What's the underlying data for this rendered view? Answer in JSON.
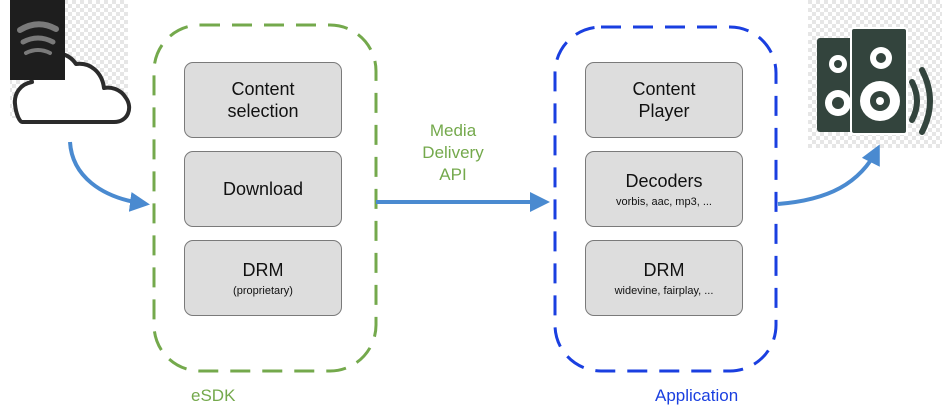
{
  "colors": {
    "esdk": "#74a94c",
    "application": "#1a3fe0",
    "arrow": "#4a8ad0",
    "block_fill": "#dddddd",
    "block_border": "#7a7a7a",
    "speaker": "#33443d",
    "spotify_bg": "#1e1e1e"
  },
  "icons": {
    "source": "spotify-icon",
    "cloud": "cloud-icon",
    "output": "speaker-icon"
  },
  "esdk": {
    "label": "eSDK",
    "blocks": [
      {
        "title": "Content selection",
        "sub": ""
      },
      {
        "title": "Download",
        "sub": ""
      },
      {
        "title": "DRM",
        "sub": "(proprietary)"
      }
    ]
  },
  "api": {
    "lines": [
      "Media",
      "Delivery",
      "API"
    ]
  },
  "application": {
    "label": "Application",
    "blocks": [
      {
        "title": "Content Player",
        "sub": ""
      },
      {
        "title": "Decoders",
        "sub": "vorbis, aac, mp3, ..."
      },
      {
        "title": "DRM",
        "sub": "widevine, fairplay, ..."
      }
    ]
  }
}
